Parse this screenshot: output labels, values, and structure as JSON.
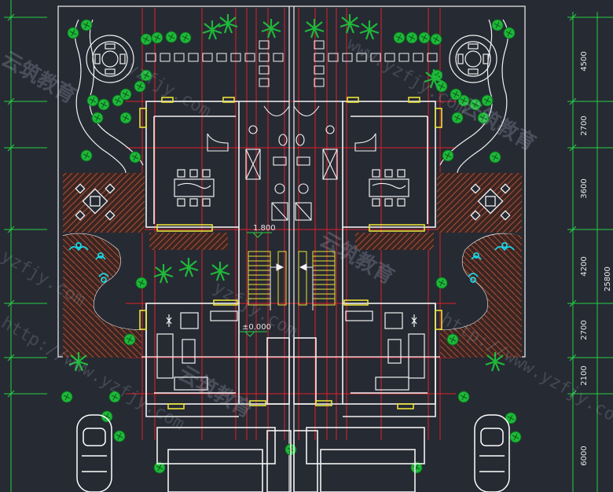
{
  "dimensions": {
    "right_segments": [
      "4500",
      "2700",
      "3600",
      "4200",
      "2700",
      "2100",
      "6000"
    ],
    "right_total": "25800"
  },
  "levels": {
    "upper": "1.800",
    "ground": "±0.000"
  },
  "watermarks": {
    "cn": "云筑教育",
    "url_full": "http://www.yzfjy.com",
    "url_domain": "yzfjy.com",
    "url_www": "www.yzfjy.com"
  },
  "colors": {
    "background": "#262a33",
    "wall": "#f2f2f2",
    "axis": "#e0202a",
    "dimension": "#25d043",
    "window": "#e8e23a",
    "plant": "#1fb83a",
    "water_plant": "#19d6e8",
    "paving": "#7a3b2a",
    "car": "#ffffff"
  },
  "icons": [
    "table-with-chairs-icon",
    "tree-icon",
    "palm-icon",
    "car-icon",
    "toilet-icon",
    "sofa-icon",
    "bed-icon"
  ]
}
